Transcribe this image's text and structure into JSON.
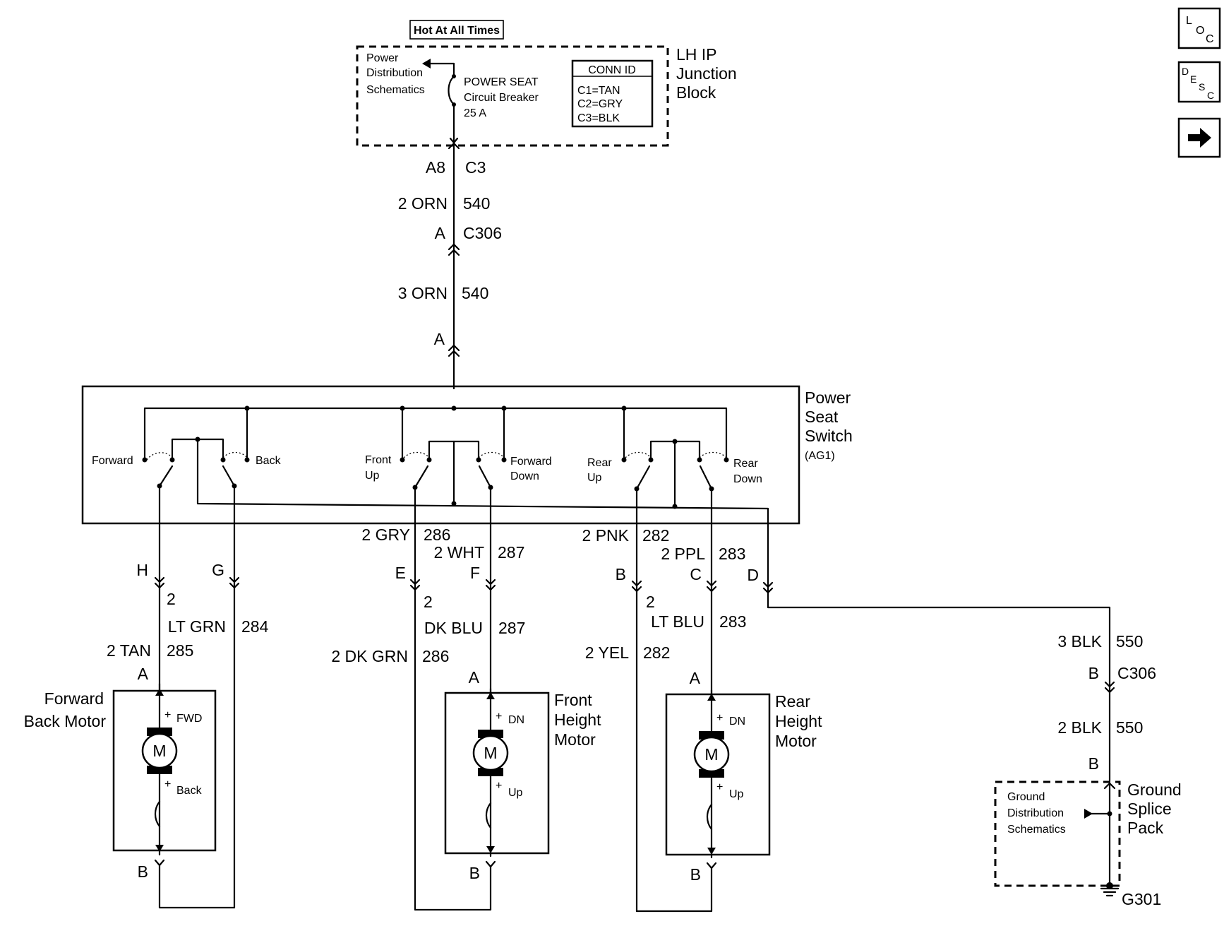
{
  "nav": {
    "loc_top": "L",
    "loc_mid": "O",
    "loc_low": "C",
    "desc_d": "D",
    "desc_e": "E",
    "desc_s": "S",
    "desc_c": "C",
    "next_icon": "right-arrow-icon"
  },
  "junction": {
    "hot_label": "Hot At All Times",
    "power_dist_1": "Power",
    "power_dist_2": "Distribution",
    "power_dist_3": "Schematics",
    "breaker_1": "POWER SEAT",
    "breaker_2": "Circuit Breaker",
    "breaker_3": "25 A",
    "conn_title": "CONN ID",
    "conn_1": "C1=TAN",
    "conn_2": "C2=GRY",
    "conn_3": "C3=BLK",
    "name_1": "LH IP",
    "name_2": "Junction",
    "name_3": "Block"
  },
  "feed": {
    "pin": "A8",
    "conn": "C3",
    "wire1_color": "2 ORN",
    "wire1_num": "540",
    "c306_pin": "A",
    "c306": "C306",
    "wire2_color": "3 ORN",
    "wire2_num": "540",
    "switch_pin": "A"
  },
  "switch": {
    "name_1": "Power",
    "name_2": "Seat",
    "name_3": "Switch",
    "name_4": "(AG1)",
    "forward": "Forward",
    "back": "Back",
    "front_up_1": "Front",
    "front_up_2": "Up",
    "fwd_down_1": "Forward",
    "fwd_down_2": "Down",
    "rear_up_1": "Rear",
    "rear_up_2": "Up",
    "rear_down_1": "Rear",
    "rear_down_2": "Down"
  },
  "circuits": {
    "h": "H",
    "g": "G",
    "e": "E",
    "f": "F",
    "b": "B",
    "c": "C",
    "d": "D",
    "gry": "2 GRY",
    "gry_num": "286",
    "wht": "2 WHT",
    "wht_num": "287",
    "pnk": "2 PNK",
    "pnk_num": "282",
    "ppl": "2 PPL",
    "ppl_num": "283",
    "fb_2": "2",
    "fb_ltgrn": "LT GRN",
    "fb_ltgrn_num": "284",
    "fb_tan": "2 TAN",
    "fb_tan_num": "285",
    "fh_2": "2",
    "fh_dkblu": "DK BLU",
    "fh_dkblu_num": "287",
    "fh_dkgrn": "2 DK GRN",
    "fh_dkgrn_num": "286",
    "rh_2": "2",
    "rh_ltblu": "LT BLU",
    "rh_ltblu_num": "283",
    "rh_yel": "2 YEL",
    "rh_yel_num": "282"
  },
  "motors": {
    "fb_name_1": "Forward",
    "fb_name_2": "Back Motor",
    "fb_plus_1": "+",
    "fb_lbl_1": "FWD",
    "fb_plus_2": "+",
    "fb_lbl_2": "Back",
    "fh_name_1": "Front",
    "fh_name_2": "Height",
    "fh_name_3": "Motor",
    "fh_plus_1": "+",
    "fh_lbl_1": "DN",
    "fh_plus_2": "+",
    "fh_lbl_2": "Up",
    "rh_name_1": "Rear",
    "rh_name_2": "Height",
    "rh_name_3": "Motor",
    "rh_plus_1": "+",
    "rh_lbl_1": "DN",
    "rh_plus_2": "+",
    "rh_lbl_2": "Up",
    "m": "M",
    "pin_a": "A",
    "pin_b": "B"
  },
  "ground": {
    "wire1_color": "3 BLK",
    "wire1_num": "550",
    "c306_pin": "B",
    "c306": "C306",
    "wire2_color": "2 BLK",
    "wire2_num": "550",
    "pin_b": "B",
    "dist_1": "Ground",
    "dist_2": "Distribution",
    "dist_3": "Schematics",
    "name_1": "Ground",
    "name_2": "Splice",
    "name_3": "Pack",
    "g301": "G301"
  }
}
